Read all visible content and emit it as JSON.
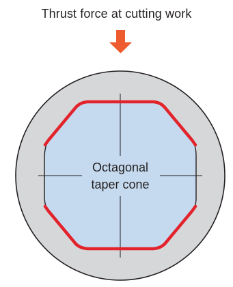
{
  "diagram": {
    "title": "Thrust force at cutting work",
    "center_label_line1": "Octagonal",
    "center_label_line2": "taper cone"
  },
  "colors": {
    "arrow": "#ee5b2e",
    "outer_ring": "#d6d7d9",
    "outer_ring_stroke": "#231f20",
    "cone_fill": "#c5daef",
    "cone_stroke": "#231f20",
    "contact_edges": "#e3232b",
    "crosshair": "#231f20",
    "text": "#231f20"
  }
}
